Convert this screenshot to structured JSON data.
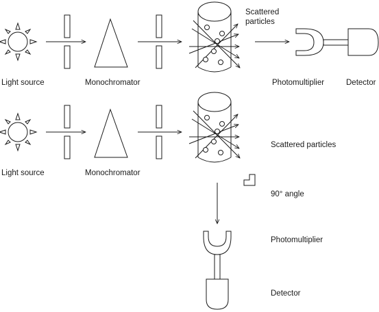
{
  "top_setup": {
    "light_source": "Light source",
    "monochromator": "Monochromator",
    "scattered_line1": "Scattered",
    "scattered_line2": "particles",
    "photomultiplier": "Photomultiplier",
    "detector": "Detector"
  },
  "bottom_setup": {
    "light_source": "Light source",
    "monochromator": "Monochromator",
    "scattered": "Scattered particles",
    "angle": "90° angle",
    "photomultiplier": "Photomultiplier",
    "detector": "Detector"
  },
  "colors": {
    "stroke": "#1a1a1a",
    "background": "#ffffff"
  }
}
